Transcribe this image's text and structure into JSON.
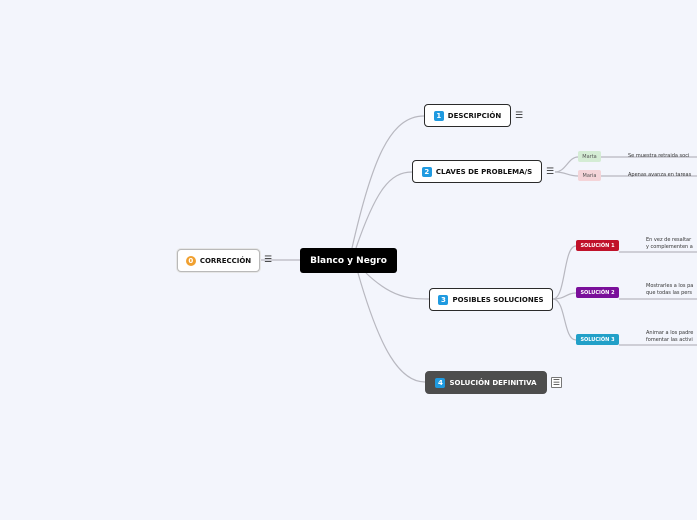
{
  "map": {
    "root": {
      "label": "Blanco y Negro"
    },
    "left": {
      "num": "0",
      "label": "CORRECCIÓN",
      "menu": "☰"
    },
    "branches": [
      {
        "num": "1",
        "label": "DESCRIPCIÓN",
        "menu": "☰"
      },
      {
        "num": "2",
        "label": "CLAVES DE PROBLEMA/S",
        "menu": "☰",
        "children": [
          {
            "tag": "Marta",
            "text": "Se muestra retraida soci"
          },
          {
            "tag": "Maria",
            "text": "Apenas avanza en tareas"
          }
        ]
      },
      {
        "num": "3",
        "label": "POSIBLES SOLUCIONES",
        "children": [
          {
            "tag": "SOLUCIÓN 1",
            "line1": "En vez de resaltar",
            "line2": "y complementen a"
          },
          {
            "tag": "SOLUCIÓN 2",
            "line1": "Mostrarles a los pa",
            "line2": "que todas las pers"
          },
          {
            "tag": "SOLUCIÓN 3",
            "line1": "Animar a los padre",
            "line2": "fomentar las activi"
          }
        ]
      },
      {
        "num": "4",
        "label": "SOLUCIÓN DEFINITIVA",
        "menu": "☰"
      }
    ]
  },
  "colors": {
    "background": "#f3f5fc",
    "connector": "#b8b8c0",
    "solucion_1": "#c0122a",
    "solucion_2": "#7a0f9a",
    "solucion_3": "#22a0c8"
  }
}
